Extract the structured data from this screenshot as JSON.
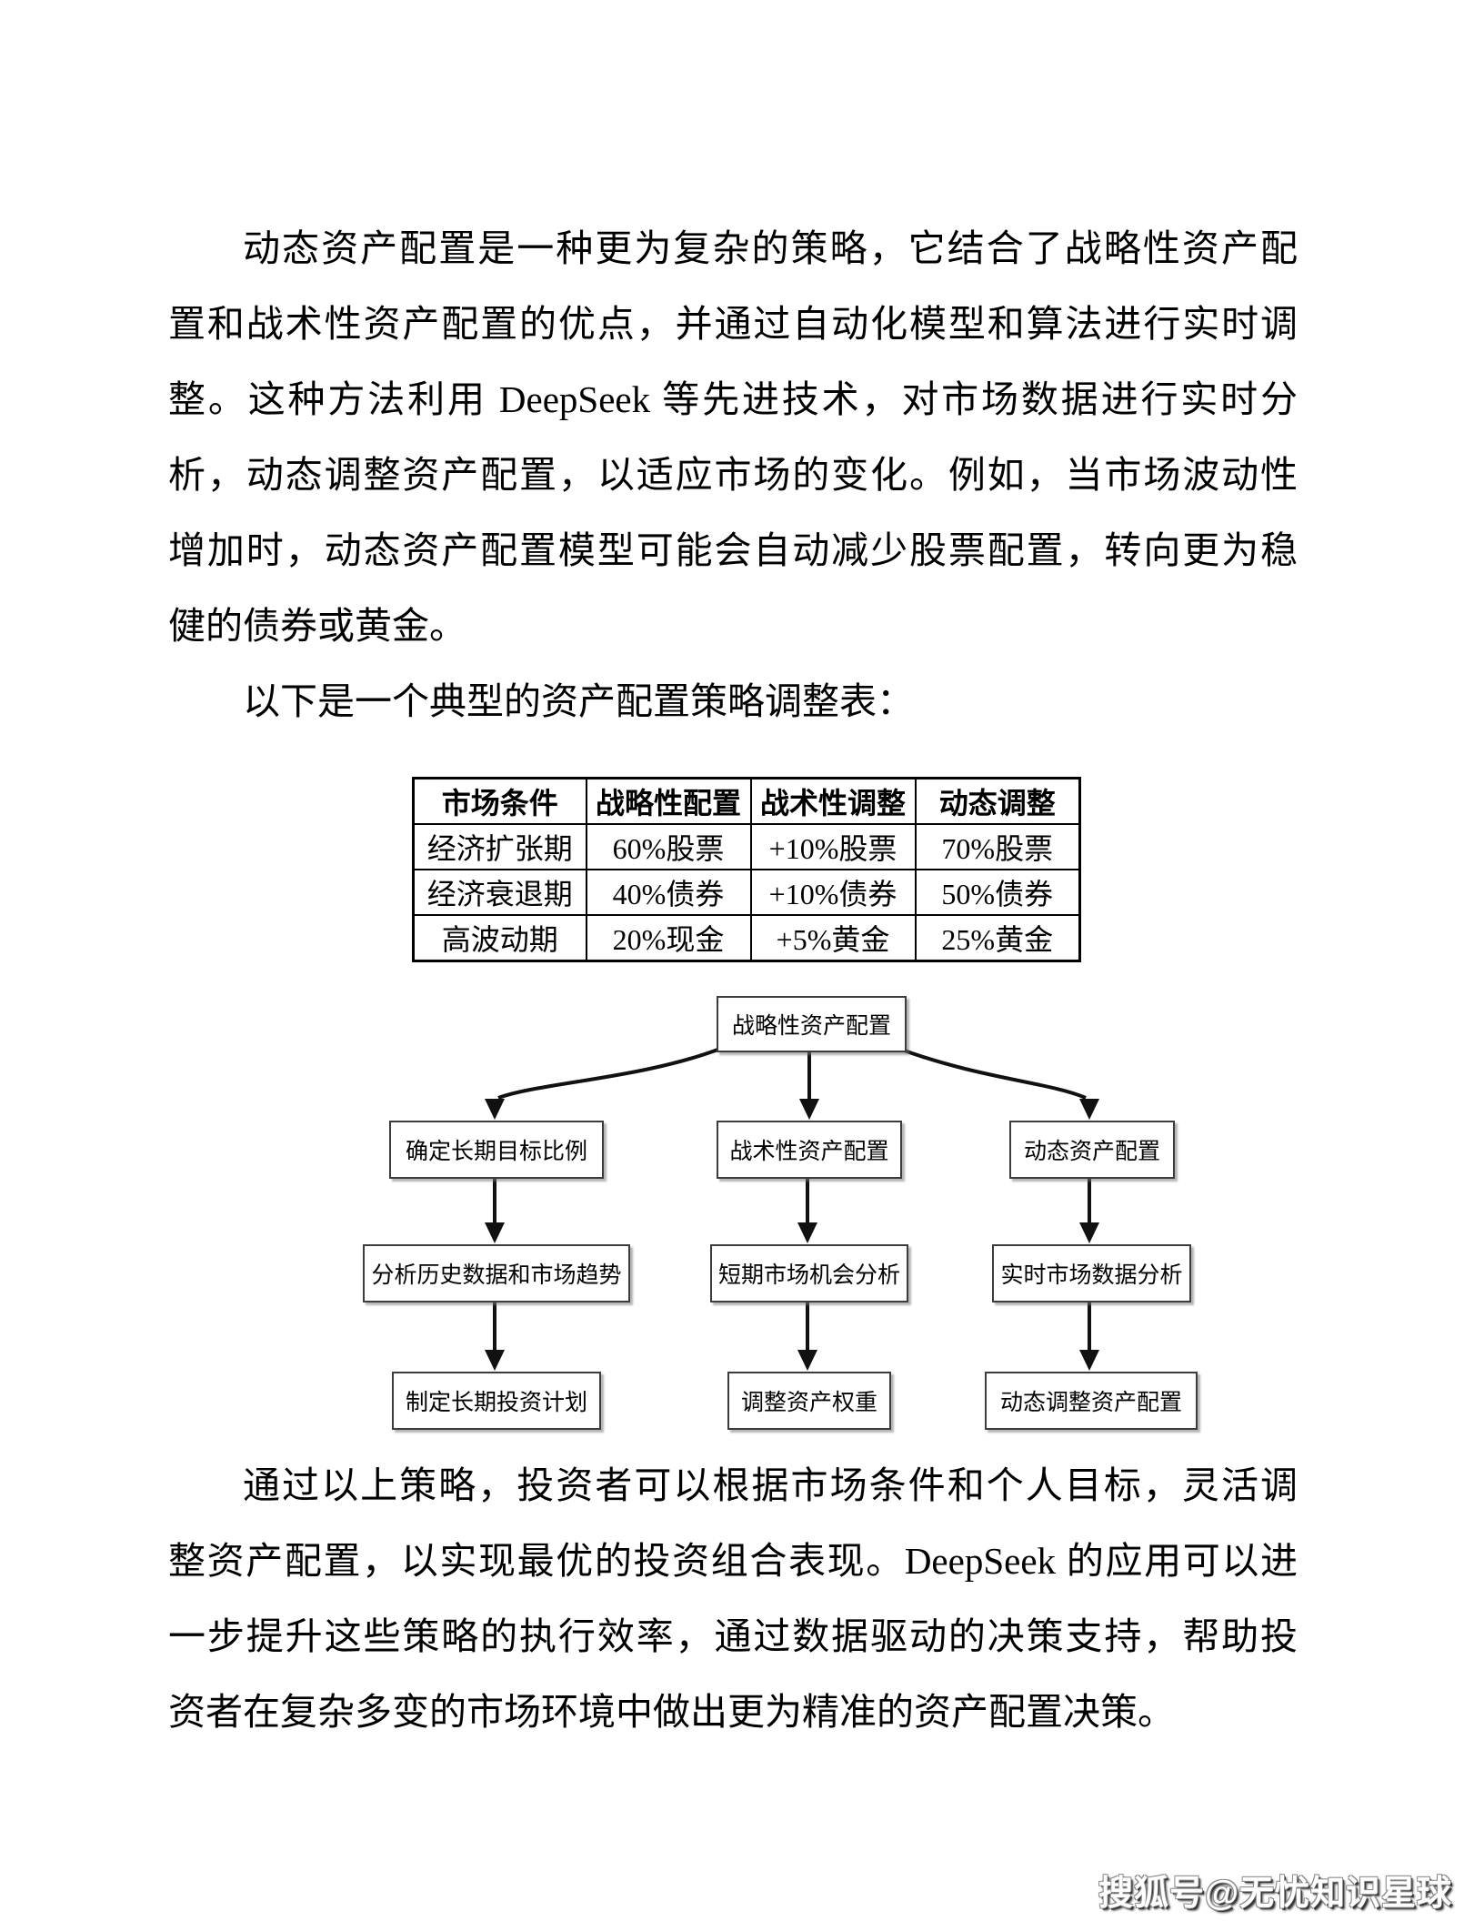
{
  "document": {
    "paragraph1_lines": [
      "动态资产配置是一种更为复杂的策略，它结合了战略性资产配",
      "置和战术性资产配置的优点，并通过自动化模型和算法进行实时调",
      "整。这种方法利用 DeepSeek 等先进技术，对市场数据进行实时分",
      "析，动态调整资产配置，以适应市场的变化。例如，当市场波动性",
      "增加时，动态资产配置模型可能会自动减少股票配置，转向更为稳",
      "健的债券或黄金。"
    ],
    "table_intro": "以下是一个典型的资产配置策略调整表：",
    "table": {
      "headers": [
        "市场条件",
        "战略性配置",
        "战术性调整",
        "动态调整"
      ],
      "rows": [
        [
          "经济扩张期",
          "60%股票",
          "+10%股票",
          "70%股票"
        ],
        [
          "经济衰退期",
          "40%债券",
          "+10%债券",
          "50%债券"
        ],
        [
          "高波动期",
          "20%现金",
          "+5%黄金",
          "25%黄金"
        ]
      ]
    },
    "flowchart": {
      "root": "战略性资产配置",
      "columns": [
        {
          "steps": [
            "确定长期目标比例",
            "分析历史数据和市场趋势",
            "制定长期投资计划"
          ]
        },
        {
          "steps": [
            "战术性资产配置",
            "短期市场机会分析",
            "调整资产权重"
          ]
        },
        {
          "steps": [
            "动态资产配置",
            "实时市场数据分析",
            "动态调整资产配置"
          ]
        }
      ]
    },
    "paragraph2_lines": [
      "通过以上策略，投资者可以根据市场条件和个人目标，灵活调",
      "整资产配置，以实现最优的投资组合表现。DeepSeek 的应用可以进",
      "一步提升这些策略的执行效率，通过数据驱动的决策支持，帮助投",
      "资者在复杂多变的市场环境中做出更为精准的资产配置决策。"
    ],
    "watermark": "搜狐号@无忧知识星球"
  }
}
